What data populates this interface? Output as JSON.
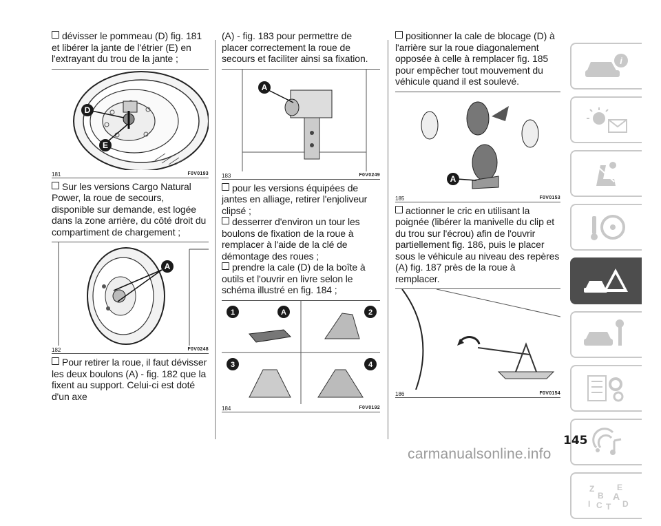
{
  "col1": {
    "para1": "dévisser le pommeau (D) fig. 181 et libérer la jante de l'étrier (E) en l'extrayant du trou de la jante ;",
    "fig181": {
      "num": "181",
      "code": "F0V0193",
      "labels": [
        "D",
        "E"
      ]
    },
    "para2": "Sur les versions Cargo Natural Power, la roue de secours, disponible sur demande, est logée dans la zone arrière, du côté droit du compartiment de chargement ;",
    "fig182": {
      "num": "182",
      "code": "F0V0248",
      "labels": [
        "A"
      ]
    },
    "para3": "Pour retirer la roue, il faut dévisser les deux boulons (A) - fig. 182 que la fixent au support. Celui-ci est doté d'un axe"
  },
  "col2": {
    "para1": "(A) - fig. 183 pour permettre de placer correctement la roue de secours et faciliter ainsi sa fixation.",
    "fig183": {
      "num": "183",
      "code": "F0V0249",
      "labels": [
        "A"
      ]
    },
    "item1": "pour les versions équipées de jantes en alliage, retirer l'enjoliveur clipsé ;",
    "item2": "desserrer d'environ un tour les boulons de fixation de la roue à remplacer à l'aide de la clé de démontage des roues ;",
    "item3": "prendre la cale (D) de la boîte à outils et l'ouvrir en livre selon le schéma illustré en fig. 184 ;",
    "fig184": {
      "num": "184",
      "code": "F0V0192",
      "steps": [
        "1",
        "2",
        "3",
        "4"
      ],
      "label": "A"
    }
  },
  "col3": {
    "para1": "positionner la cale de blocage (D) à l'arrière sur la roue diagonalement opposée à celle à remplacer fig. 185 pour empêcher tout mouvement du véhicule quand il est soulevé.",
    "fig185": {
      "num": "185",
      "code": "F0V0153",
      "labels": [
        "A"
      ]
    },
    "para2": "actionner le cric en utilisant la poignée (libérer la manivelle du clip et du trou sur l'écrou) afin de l'ouvrir partiellement fig. 186, puis le placer sous le véhicule au niveau des repères (A) fig. 187 près de la roue à remplacer.",
    "fig186": {
      "num": "186",
      "code": "F0V0154"
    }
  },
  "page_number": "145",
  "watermark": "carmanualsonline.info",
  "sidebar": {
    "tabs": [
      {
        "icon": "car-info-icon"
      },
      {
        "icon": "warning-lights-icon"
      },
      {
        "icon": "seat-safety-icon"
      },
      {
        "icon": "steering-wheel-key-icon"
      },
      {
        "icon": "breakdown-warning-icon",
        "active": true
      },
      {
        "icon": "car-service-wrench-icon"
      },
      {
        "icon": "specs-gears-icon"
      },
      {
        "icon": "multimedia-music-icon"
      },
      {
        "icon": "alphabet-index-icon"
      }
    ],
    "index_letters": [
      "Z",
      "E",
      "B",
      "A",
      "I",
      "C",
      "D",
      "T"
    ],
    "active_color": "#4d4d4d",
    "inactive_border": "#c8c8c8"
  }
}
